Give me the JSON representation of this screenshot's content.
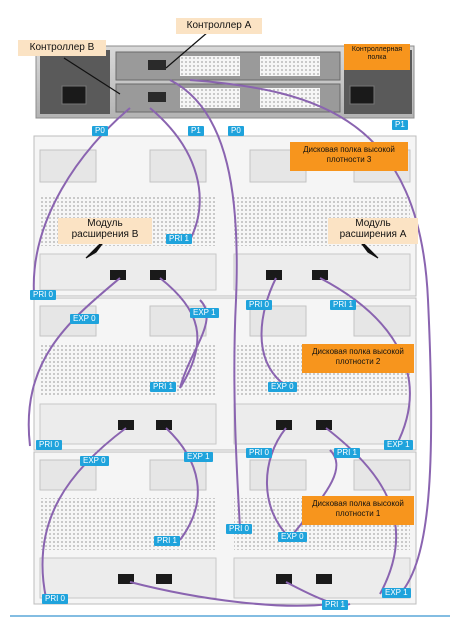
{
  "callouts": {
    "controller_a": "Контроллер А",
    "controller_b": "Контроллер В",
    "controller_shelf": "Контроллерная полка",
    "hd_shelf_3": "Дисковая полка высокой плотности 3",
    "hd_shelf_2": "Дисковая полка высокой плотности 2",
    "hd_shelf_1": "Дисковая полка высокой плотности 1",
    "expansion_b": "Модуль расширения В",
    "expansion_a": "Модуль расширения А"
  },
  "port_tags": {
    "ctrl_p0_b": "P0",
    "ctrl_p1_b": "P1",
    "ctrl_p0_a": "P0",
    "ctrl_p1_a": "P1",
    "s3_pri1_b": "PRI 1",
    "s3_pri0_b": "PRI 0",
    "s3_exp0_b": "EXP 0",
    "s3_exp1_b": "EXP 1",
    "s3_pri0_a": "PRI 0",
    "s3_pri1_a": "PRI 1",
    "s2_pri1_b": "PRI 1",
    "s2_exp0_a": "EXP 0",
    "s2_pri0_b": "PRI 0",
    "s2_exp0_b": "EXP 0",
    "s2_exp1_b": "EXP 1",
    "s2_pri0_a": "PRI 0",
    "s2_pri1_a": "PRI 1",
    "s2_exp1_a": "EXP 1",
    "s1_pri1_b": "PRI 1",
    "s1_pri0_a": "PRI 0",
    "s1_exp0_a": "EXP 0",
    "s1_pri0_b": "PRI 0",
    "s1_pri1_a": "PRI 1",
    "s1_exp1_a": "EXP 1"
  },
  "colors": {
    "cable": "#8a64b0",
    "tag": "#1fa3dc",
    "callout_orange": "#f7951d",
    "callout_light": "#fbe3c4",
    "chassis": "#f4f4f4",
    "chassis_line": "#bdbdbd",
    "floor_line": "#5aa7d9"
  }
}
